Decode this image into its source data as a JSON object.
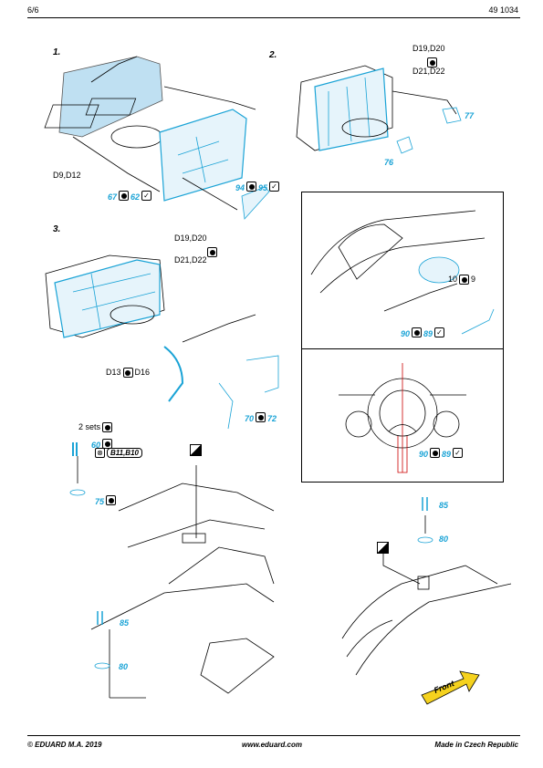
{
  "header": {
    "page": "6/6",
    "product_code": "49 1034"
  },
  "steps": [
    "1.",
    "2.",
    "3."
  ],
  "labels": {
    "d9_d12": "D9,D12",
    "d19_d20": "D19,D20",
    "d21_d22": "D21,D22",
    "d19_d20_b": "D19,D20",
    "d21_d22_b": "D21,D22",
    "d13": "D13",
    "d16": "D16",
    "two_sets": "2 sets",
    "b11_b10": "B11,B10",
    "ten": "10",
    "nine": "9"
  },
  "parts": {
    "p67": "67",
    "p62": "62",
    "p94": "94",
    "p95": "95",
    "p77": "77",
    "p76": "76",
    "p90a": "90",
    "p89a": "89",
    "p70": "70",
    "p72": "72",
    "p60": "60",
    "p75": "75",
    "p90b": "90",
    "p89b": "89",
    "p85a": "85",
    "p80a": "80",
    "p85b": "85",
    "p80b": "80"
  },
  "front_arrow": "Front",
  "footer": {
    "copyright": "© EDUARD  M.A. 2019",
    "website": "www.eduard.com",
    "origin": "Made in Czech Republic"
  },
  "colors": {
    "part_cyan": "#1aa3d6",
    "fill_light_blue": "#bfe0f2",
    "front_yellow": "#f5d21e"
  }
}
